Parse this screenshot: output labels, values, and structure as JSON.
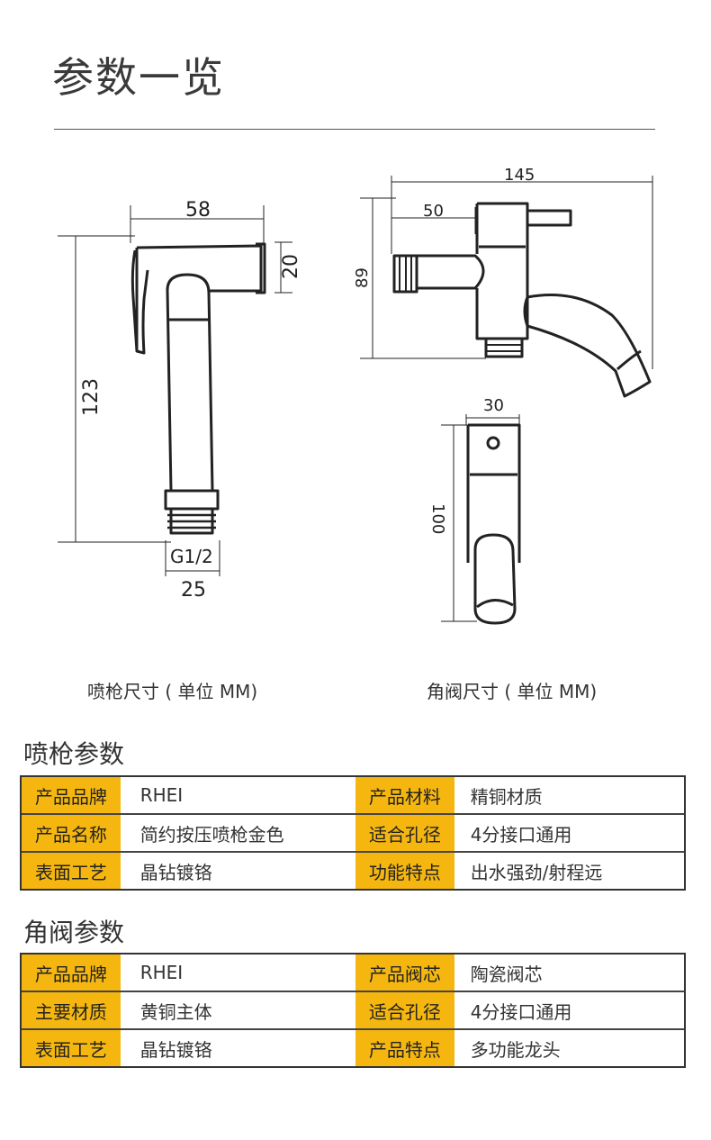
{
  "header": {
    "title": "参数一览"
  },
  "drawing_labels": {
    "gun": {
      "width": "58",
      "head_height": "20",
      "height": "123",
      "thread": "G1/2",
      "thread_width": "25"
    },
    "valve": {
      "width": "145",
      "offset": "50",
      "height": "89",
      "plate_width": "30",
      "plate_height": "100"
    }
  },
  "captions": {
    "gun": "喷枪尺寸 ( 单位 MM)",
    "valve": "角阀尺寸 ( 单位 MM)"
  },
  "sections": [
    {
      "heading": "喷枪参数",
      "rows": [
        {
          "k1": "产品品牌",
          "v1": "RHEI",
          "k2": "产品材料",
          "v2": "精铜材质"
        },
        {
          "k1": "产品名称",
          "v1": "简约按压喷枪金色",
          "k2": "适合孔径",
          "v2": "4分接口通用"
        },
        {
          "k1": "表面工艺",
          "v1": "晶钻镀铬",
          "k2": "功能特点",
          "v2": "出水强劲/射程远"
        }
      ]
    },
    {
      "heading": "角阀参数",
      "rows": [
        {
          "k1": "产品品牌",
          "v1": "RHEI",
          "k2": "产品阀芯",
          "v2": "陶瓷阀芯"
        },
        {
          "k1": "主要材质",
          "v1": "黄铜主体",
          "k2": "适合孔径",
          "v2": "4分接口通用"
        },
        {
          "k1": "表面工艺",
          "v1": "晶钻镀铬",
          "k2": "产品特点",
          "v2": "多功能龙头"
        }
      ]
    }
  ],
  "colors": {
    "key_bg": "#f5b70f",
    "line": "#222222"
  }
}
